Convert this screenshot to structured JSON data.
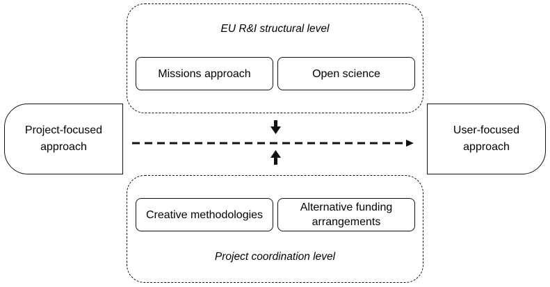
{
  "top_group": {
    "label": "EU R&I structural level",
    "boxes": [
      "Missions approach",
      "Open science"
    ]
  },
  "bottom_group": {
    "label": "Project coordination level",
    "boxes": [
      "Creative methodologies",
      "Alternative funding arrangements"
    ]
  },
  "left": {
    "label": "Project-focused\napproach"
  },
  "right": {
    "label": "User-focused\napproach"
  }
}
